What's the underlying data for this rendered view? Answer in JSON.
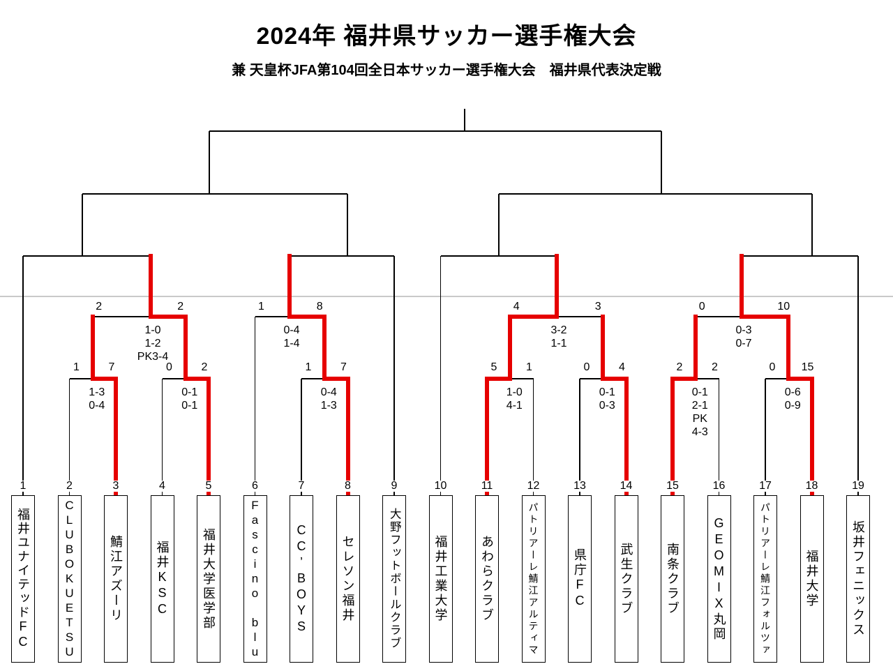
{
  "header": {
    "title": "2024年 福井県サッカー選手権大会",
    "subtitle": "兼 天皇杯JFA第104回全日本サッカー選手権大会　福井県代表決定戦"
  },
  "colors": {
    "line": "#000000",
    "winner_path": "#e60000",
    "divider": "#c9c9c9"
  },
  "teams": [
    {
      "num": "1",
      "name": "福井ユナイテッドFC"
    },
    {
      "num": "2",
      "name": "CLUBOKUETSU"
    },
    {
      "num": "3",
      "name": "鯖江アズーリ"
    },
    {
      "num": "4",
      "name": "福井KSC"
    },
    {
      "num": "5",
      "name": "福井大学医学部"
    },
    {
      "num": "6",
      "name": "Fascino blu"
    },
    {
      "num": "7",
      "name": "CC’BOYS"
    },
    {
      "num": "8",
      "name": "セレソン福井"
    },
    {
      "num": "9",
      "name": "大野フットボールクラブ"
    },
    {
      "num": "10",
      "name": "福井工業大学"
    },
    {
      "num": "11",
      "name": "あわらクラブ"
    },
    {
      "num": "12",
      "name": "パトリアーレ鯖江アルティマ"
    },
    {
      "num": "13",
      "name": "県庁FC"
    },
    {
      "num": "14",
      "name": "武生クラブ"
    },
    {
      "num": "15",
      "name": "南条クラブ"
    },
    {
      "num": "16",
      "name": "GEOMIX丸岡"
    },
    {
      "num": "17",
      "name": "パトリアーレ鯖江フォルツァ"
    },
    {
      "num": "18",
      "name": "福井大学"
    },
    {
      "num": "19",
      "name": "坂井フェニックス"
    }
  ],
  "byes": [
    1,
    6,
    9,
    10,
    19
  ],
  "round1": [
    {
      "left_team": 2,
      "right_team": 3,
      "left_score": "1",
      "right_score": "7",
      "results": [
        "1-3",
        "0-4"
      ],
      "winner": "right"
    },
    {
      "left_team": 4,
      "right_team": 5,
      "left_score": "0",
      "right_score": "2",
      "results": [
        "0-1",
        "0-1"
      ],
      "winner": "right"
    },
    {
      "left_team": 7,
      "right_team": 8,
      "left_score": "1",
      "right_score": "7",
      "results": [
        "0-4",
        "1-3"
      ],
      "winner": "right"
    },
    {
      "left_team": 11,
      "right_team": 12,
      "left_score": "5",
      "right_score": "1",
      "results": [
        "1-0",
        "4-1"
      ],
      "winner": "left"
    },
    {
      "left_team": 13,
      "right_team": 14,
      "left_score": "0",
      "right_score": "4",
      "results": [
        "0-1",
        "0-3"
      ],
      "winner": "right"
    },
    {
      "left_team": 15,
      "right_team": 16,
      "left_score": "2",
      "right_score": "2",
      "results": [
        "0-1",
        "2-1",
        "PK",
        "4-3"
      ],
      "winner": "left"
    },
    {
      "left_team": 17,
      "right_team": 18,
      "left_score": "0",
      "right_score": "15",
      "results": [
        "0-6",
        "0-9"
      ],
      "winner": "right"
    }
  ],
  "round2": [
    {
      "left_from": "R1-1",
      "right_from": "R1-2",
      "left_score": "2",
      "right_score": "2",
      "results": [
        "1-0",
        "1-2",
        "PK3-4"
      ],
      "winner": "right"
    },
    {
      "left_from": "team-6",
      "right_from": "R1-3",
      "left_score": "1",
      "right_score": "8",
      "results": [
        "0-4",
        "1-4"
      ],
      "winner": "right"
    },
    {
      "left_from": "R1-4",
      "right_from": "R1-5",
      "left_score": "4",
      "right_score": "3",
      "results": [
        "3-2",
        "1-1"
      ],
      "winner": "left"
    },
    {
      "left_from": "R1-6",
      "right_from": "R1-7",
      "left_score": "0",
      "right_score": "10",
      "results": [
        "0-3",
        "0-7"
      ],
      "winner": "right"
    }
  ],
  "quarterfinals": [
    {
      "left_from": "team-1",
      "right_from": "R2-1",
      "played": false
    },
    {
      "left_from": "R2-2",
      "right_from": "team-9",
      "played": false
    },
    {
      "left_from": "team-10",
      "right_from": "R2-3",
      "played": false
    },
    {
      "left_from": "R2-4",
      "right_from": "team-19",
      "played": false
    }
  ]
}
